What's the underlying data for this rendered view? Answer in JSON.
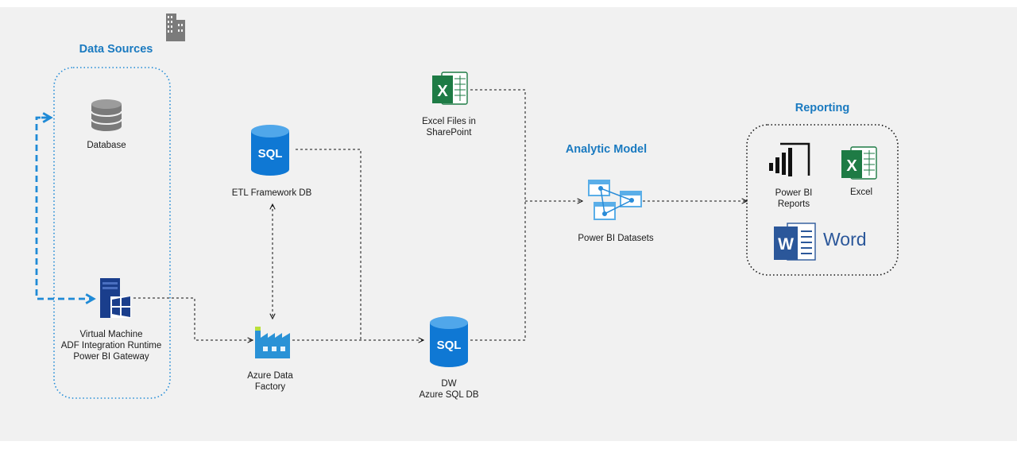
{
  "titles": {
    "data_sources": "Data Sources",
    "analytic_model": "Analytic Model",
    "reporting": "Reporting"
  },
  "nodes": {
    "database": "Database",
    "vm": [
      "Virtual Machine",
      "ADF Integration Runtime",
      "Power BI Gateway"
    ],
    "etl": "ETL Framework DB",
    "adf": [
      "Azure Data",
      "Factory"
    ],
    "excel_sharepoint": [
      "Excel Files in",
      "SharePoint"
    ],
    "dw": [
      "DW",
      "Azure SQL DB"
    ],
    "pbi_datasets": "Power BI Datasets",
    "pbi_reports": [
      "Power BI",
      "Reports"
    ],
    "excel": "Excel",
    "word": "Word"
  },
  "icon_text": {
    "sql": "SQL",
    "x": "X",
    "w": "W"
  },
  "colors": {
    "title_blue": "#1a7ac0",
    "azure_blue": "#0f78d4",
    "excel_green": "#1e7b45",
    "word_blue": "#2b579a",
    "vm_navy": "#1a3e8c",
    "background": "#f1f1f1"
  },
  "icons": [
    "building-icon",
    "database-icon",
    "sql-icon",
    "virtual-machine-icon",
    "windows-icon",
    "data-factory-icon",
    "excel-icon",
    "power-bi-icon",
    "word-icon",
    "dataset-icon"
  ]
}
